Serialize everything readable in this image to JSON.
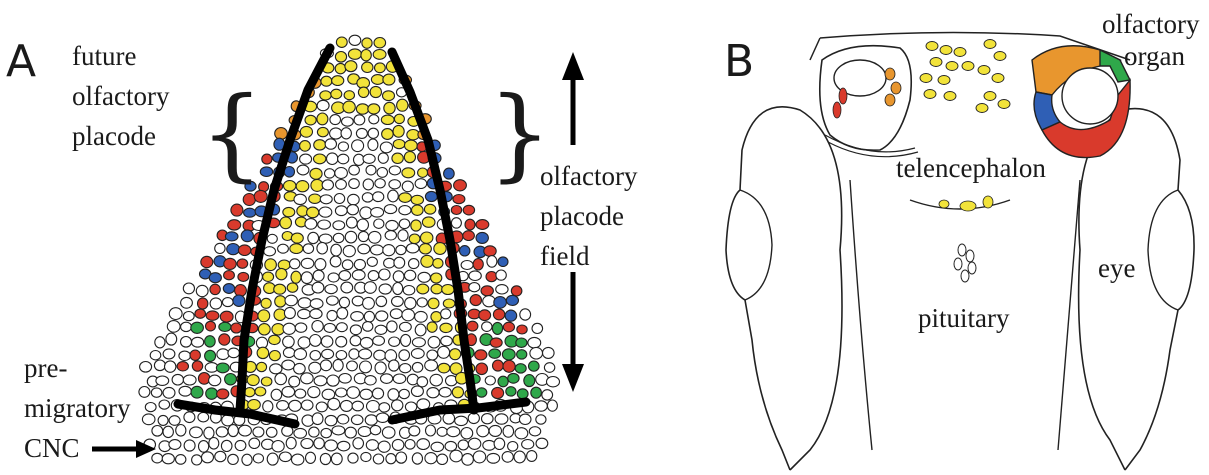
{
  "panel_a": {
    "letter": "A",
    "future_label": [
      "future",
      "olfactory",
      "placode"
    ],
    "field_label": [
      "olfactory",
      "placode",
      "field"
    ],
    "cnc_label": [
      "pre-",
      "migratory",
      "CNC"
    ]
  },
  "panel_b": {
    "letter": "B",
    "olfactory_organ_label": [
      "olfactory",
      "organ"
    ],
    "telencephalon_label": "telencephalon",
    "pituitary_label": "pituitary",
    "eye_label": "eye"
  },
  "colors": {
    "orange": "#e8962e",
    "blue": "#2f5fb5",
    "red": "#d93a2c",
    "green": "#2fa84a",
    "yellow": "#f2e33a",
    "cell_outline": "#222222",
    "cell_fill": "#ffffff"
  }
}
